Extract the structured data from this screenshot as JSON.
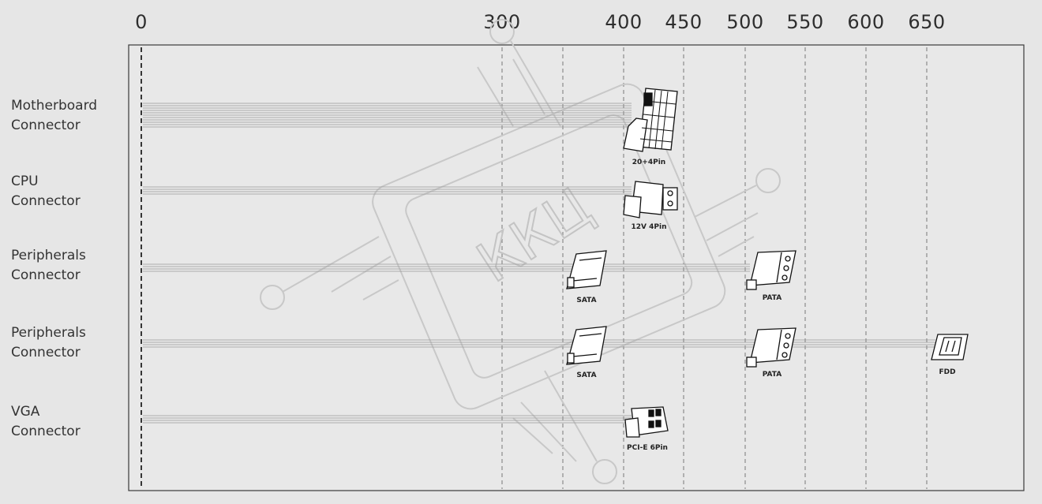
{
  "axis_ticks": [
    "0",
    "300",
    "400",
    "450",
    "500",
    "550",
    "600",
    "650"
  ],
  "rows": [
    {
      "label_line1": "Motherboard",
      "label_line2": "Connector"
    },
    {
      "label_line1": "CPU",
      "label_line2": "Connector"
    },
    {
      "label_line1": "Peripherals",
      "label_line2": "Connector"
    },
    {
      "label_line1": "Peripherals",
      "label_line2": "Connector"
    },
    {
      "label_line1": "VGA",
      "label_line2": "Connector"
    }
  ],
  "connectors": {
    "mb_20_4": "20+4Pin",
    "cpu_12v": "12V 4Pin",
    "sata_1": "SATA",
    "pata_1": "PATA",
    "sata_2": "SATA",
    "pata_2": "PATA",
    "fdd": "FDD",
    "pcie": "PCI-E 6Pin"
  },
  "watermark": "ККЦ"
}
